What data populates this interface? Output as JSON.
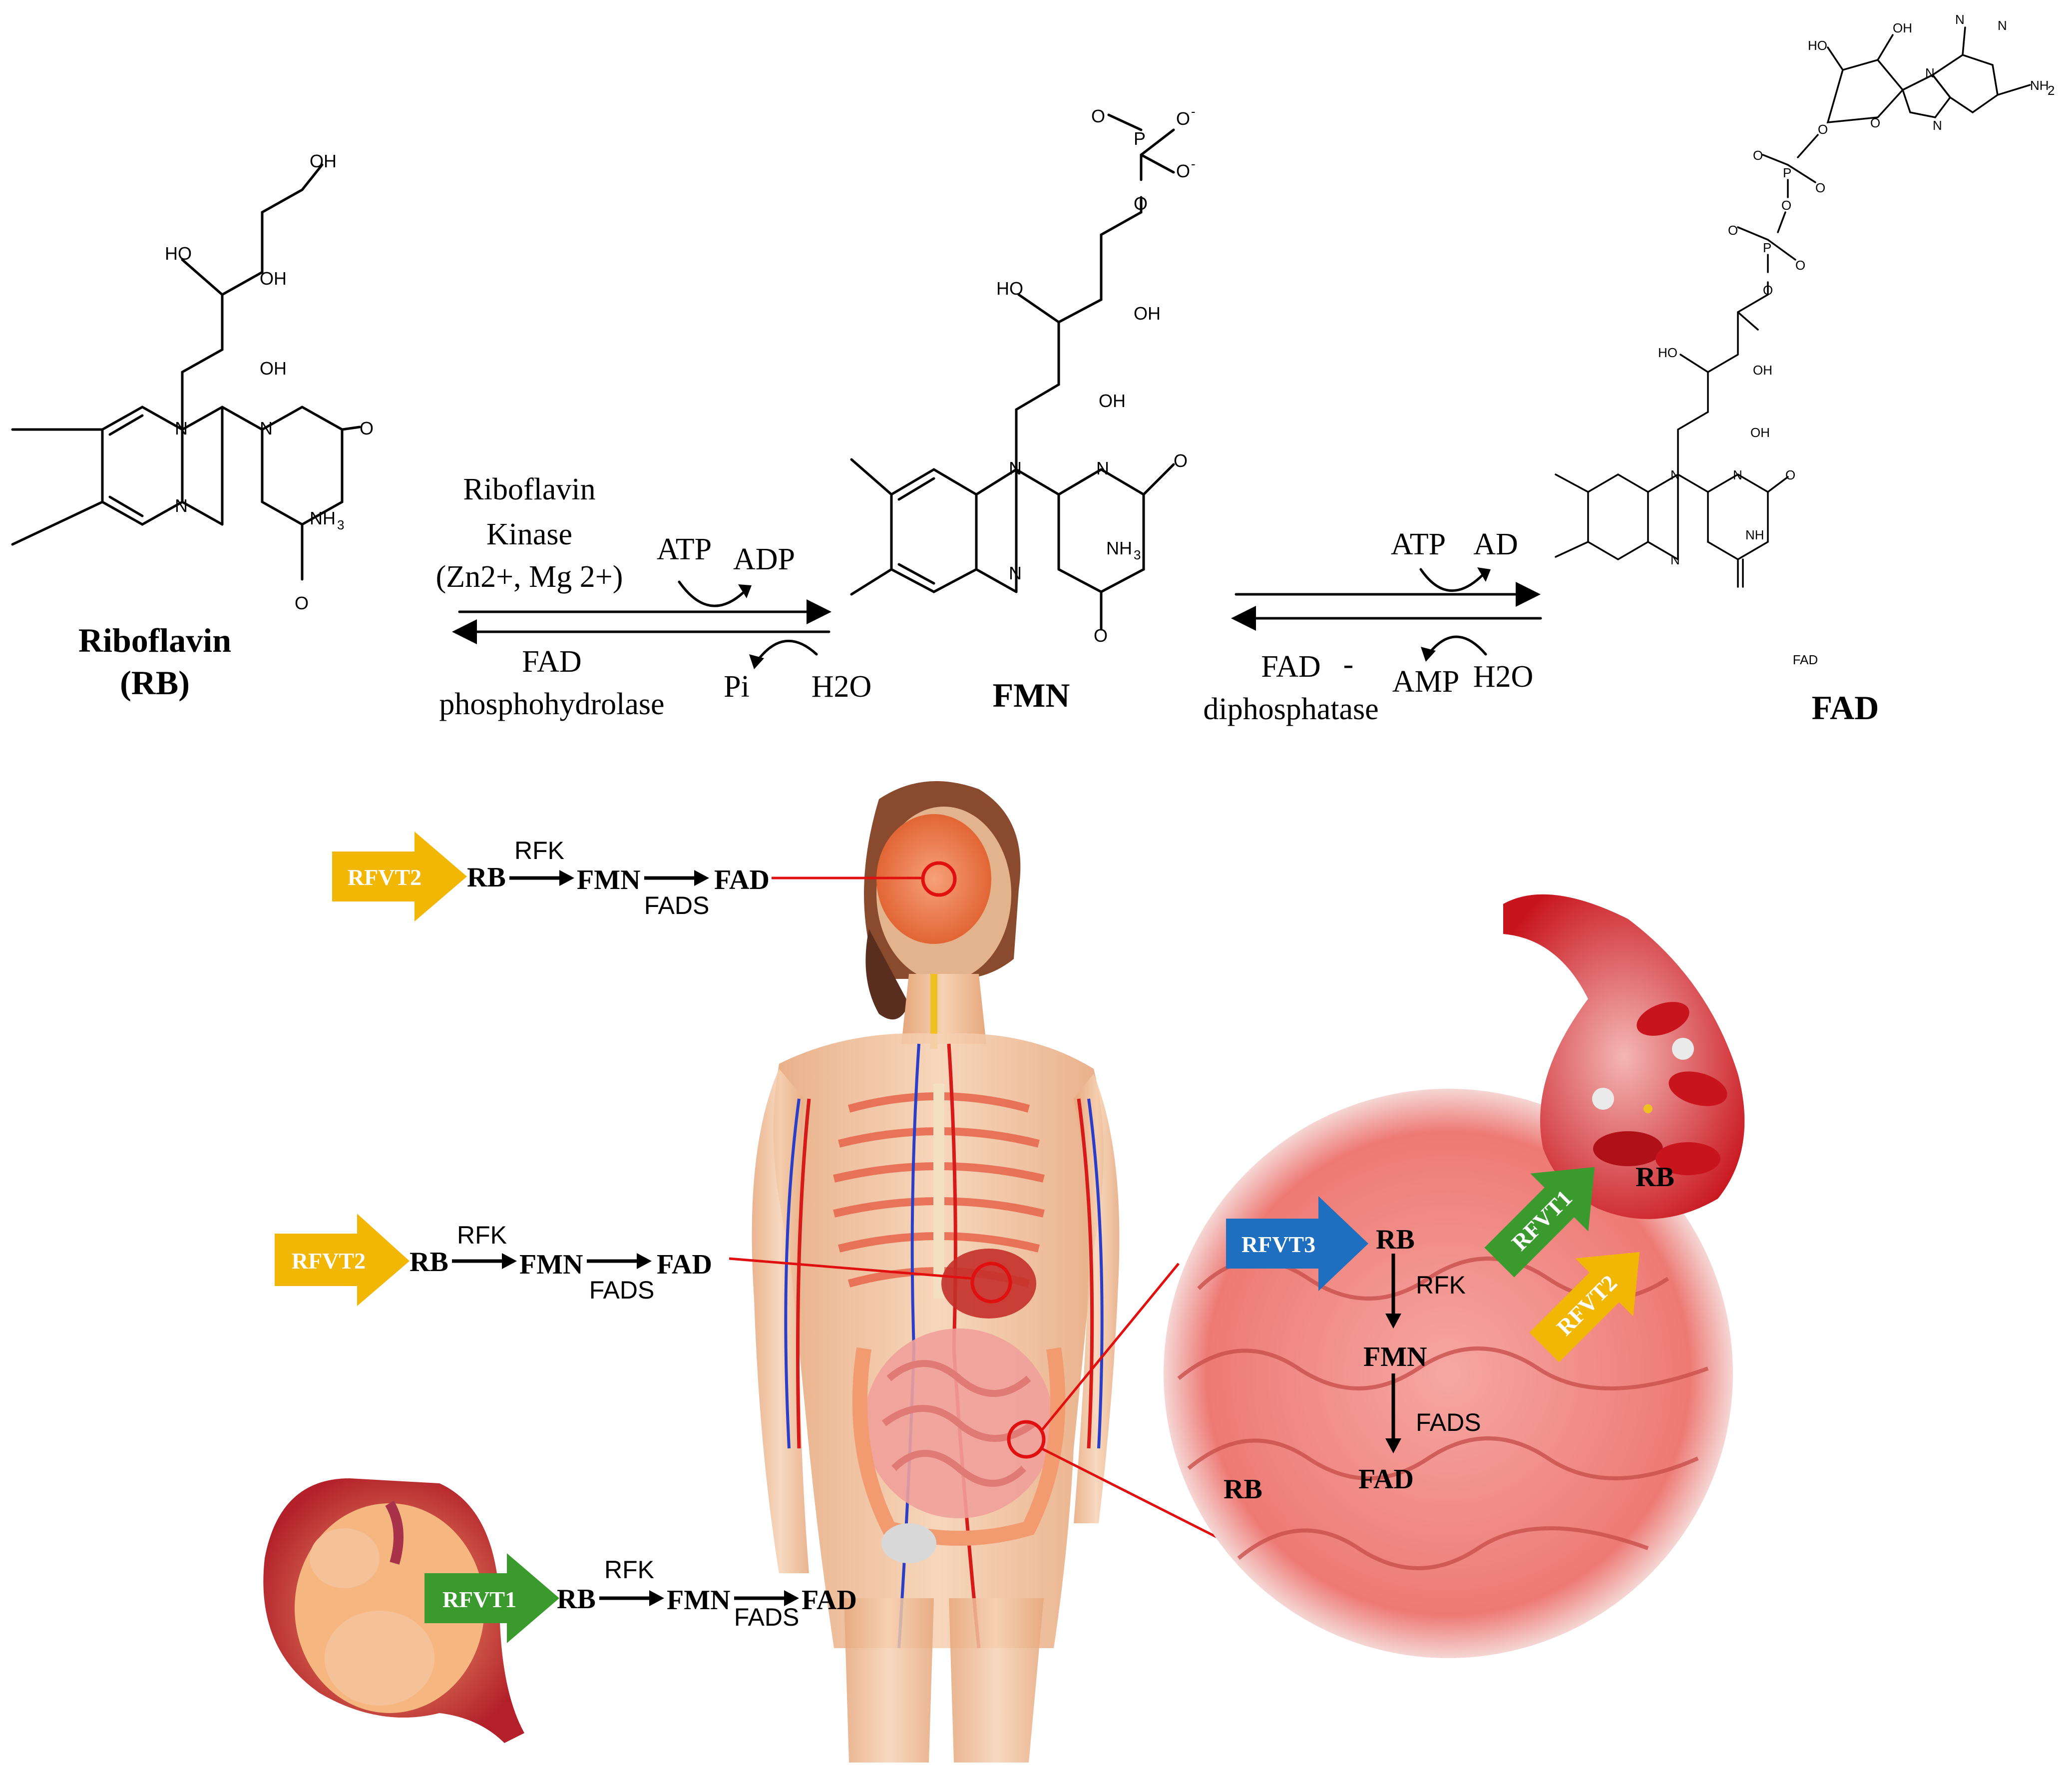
{
  "pathway": {
    "riboflavin": {
      "name": "Riboflavin",
      "abbr": "(RB)"
    },
    "fmn": {
      "name": "FMN"
    },
    "fad": {
      "name": "FAD",
      "small_label": "FAD"
    },
    "reaction1": {
      "forward_enzyme": [
        "Riboflavin",
        "Kinase",
        "(Zn2+, Mg 2+)"
      ],
      "reverse_enzyme": [
        "FAD",
        "phosphohydrolase"
      ],
      "cofactor_in": "ATP",
      "cofactor_out": "ADP",
      "reverse_in": "H2O",
      "reverse_out": "Pi"
    },
    "reaction2": {
      "cofactor_in": "ATP",
      "cofactor_out": "AD",
      "reverse_enzyme": [
        "FAD",
        "diphosphatase"
      ],
      "dash": "-",
      "reverse_in": "H2O",
      "reverse_out": "AMP"
    }
  },
  "atoms": {
    "oh": "OH",
    "ho": "HO",
    "n": "N",
    "o": "O",
    "nh3": "NH",
    "sub3": "3",
    "p": "P",
    "o_minus": "O",
    "minus": "-",
    "nh2": "NH",
    "sub2": "2",
    "nh": "NH"
  },
  "body": {
    "brain": {
      "transporter": "RFVT2",
      "rb": "RB",
      "enzyme1": "RFK",
      "fmn": "FMN",
      "enzyme2": "FADS",
      "fad": "FAD"
    },
    "liver": {
      "transporter": "RFVT2",
      "rb": "RB",
      "enzyme1": "RFK",
      "fmn": "FMN",
      "enzyme2": "FADS",
      "fad": "FAD"
    },
    "placenta": {
      "transporter": "RFVT1",
      "rb": "RB",
      "enzyme1": "RFK",
      "fmn": "FMN",
      "enzyme2": "FADS",
      "fad": "FAD"
    },
    "intestine": {
      "transporter": "RFVT3",
      "rb_top": "RB",
      "enzyme1": "RFK",
      "fmn": "FMN",
      "enzyme2": "FADS",
      "fad": "FAD",
      "rb_lumen": "RB"
    },
    "blood": {
      "transporter1": "RFVT1",
      "transporter2": "RFVT2",
      "rb": "RB"
    }
  },
  "colors": {
    "rfvt1": "#3a9a2e",
    "rfvt2": "#f2b705",
    "rfvt3": "#1f6fc0",
    "organ_red": "#e0302a",
    "skin": "#f2c59e",
    "villi": "#f08a86",
    "blood": "#c8141c"
  }
}
